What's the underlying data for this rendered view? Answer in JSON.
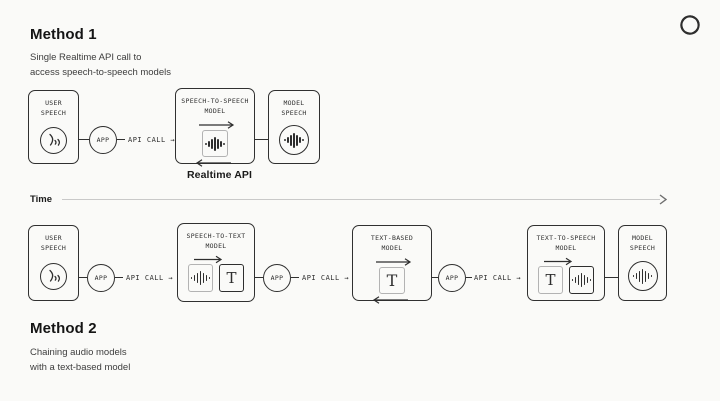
{
  "header": {
    "method1_title": "Method 1",
    "method1_sub1": "Single Realtime API call to",
    "method1_sub2": "access speech-to-speech models"
  },
  "labels": {
    "app": "APP",
    "api_call": "API CALL →",
    "realtime_api": "Realtime API",
    "time": "Time"
  },
  "row1": {
    "user_speech": [
      "USER",
      "SPEECH"
    ],
    "s2s": [
      "SPEECH-TO-SPEECH",
      "MODEL"
    ],
    "model_speech": [
      "MODEL",
      "SPEECH"
    ]
  },
  "row2": {
    "user_speech": [
      "USER",
      "SPEECH"
    ],
    "s2t": [
      "SPEECH-TO-TEXT",
      "MODEL"
    ],
    "text_based": [
      "TEXT-BASED",
      "MODEL"
    ],
    "t2s": [
      "TEXT-TO-SPEECH",
      "MODEL"
    ],
    "model_speech": [
      "MODEL",
      "SPEECH"
    ]
  },
  "footer": {
    "method2_title": "Method 2",
    "method2_sub1": "Chaining audio models",
    "method2_sub2": "with a text-based model"
  },
  "icons": {
    "t_glyph": "T"
  },
  "colors": {
    "background": "#fafaf8",
    "ink": "#2e2e2e",
    "light_border": "#b3b3b3",
    "timeline": "#c9c9c9"
  }
}
